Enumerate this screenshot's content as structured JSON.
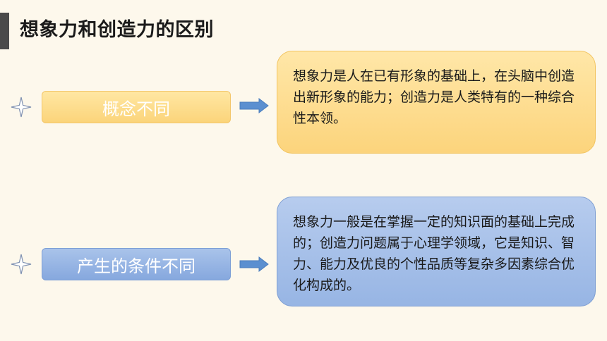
{
  "slide": {
    "title": "想象力和创造力的区别"
  },
  "rows": [
    {
      "label": "概念不同",
      "text": "想象力是人在已有形象的基础上，在头脑中创造出新形象的能力；创造力是人类特有的一种综合性本领。"
    },
    {
      "label": "产生的条件不同",
      "text": "想象力一般是在掌握一定的知识面的基础上完成的；创造力问题属于心理学领域，它是知识、智力、能力及优良的个性品质等复杂多因素综合优化构成的。"
    }
  ],
  "colors": {
    "background": "#fdf8ec",
    "accent_bar": "#4a4a4a",
    "yellow": "#fbd47a",
    "blue": "#86a8de",
    "arrow": "#5b8fd0",
    "star": "#7d8fb0"
  },
  "icons": {
    "bullet": "four-point-star-icon",
    "connector": "right-arrow-icon"
  }
}
